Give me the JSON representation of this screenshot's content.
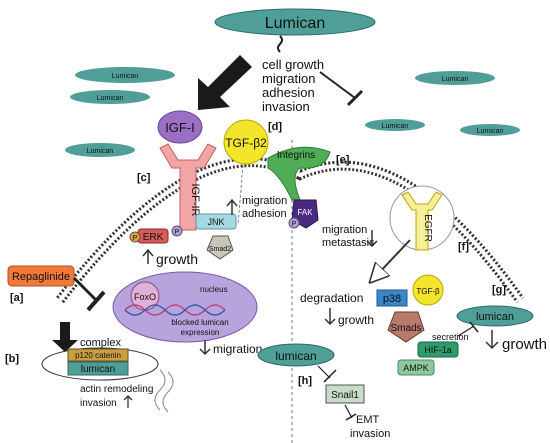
{
  "top": {
    "lumican": "Lumican",
    "effects": [
      "cell growth",
      "migration",
      "adhesion",
      "invasion"
    ],
    "small_lumican": "Lumican"
  },
  "labels": {
    "a": "[a]",
    "b": "[b]",
    "c": "[c]",
    "d": "[d]",
    "e": "[e]",
    "f": "[f]",
    "g": "[g]",
    "h": "[h]"
  },
  "left": {
    "igf1": "IGF-I",
    "igf1r": "IGF-IR",
    "p": "P",
    "jnk": "JNK",
    "erk": "ERK",
    "growth": "growth",
    "smad2": "Smad2",
    "repaglinide": "Repaglinide",
    "nucleus": "nucleus",
    "foxo": "FoxO",
    "blocked_1": "blocked lumican",
    "blocked_2": "expression",
    "migration": "migration",
    "complex": "complex",
    "p120": "p120 catenin",
    "lumican_box": "lumican",
    "actin_1": "actin remodeling",
    "actin_2": "invasion"
  },
  "middle": {
    "tgfb2": "TGF-β2",
    "mig_adh_1": "migration",
    "mig_adh_2": "adhesion",
    "integrins": "Integrins",
    "fak": "FAK",
    "mig_met_1": "migration",
    "mig_met_2": "metastasis",
    "degradation": "degradation",
    "growth": "growth",
    "lumican": "lumican",
    "snail1": "Snail1",
    "emt_1": "EMT",
    "emt_2": "invasion"
  },
  "right": {
    "egfr": "EGFR",
    "p38": "p38",
    "tgfb": "TGF-β",
    "smads": "Smads",
    "lumican": "lumican",
    "secretion": "secretion",
    "hif": "HIF-1a",
    "ampk": "AMPK",
    "growth": "growth"
  }
}
